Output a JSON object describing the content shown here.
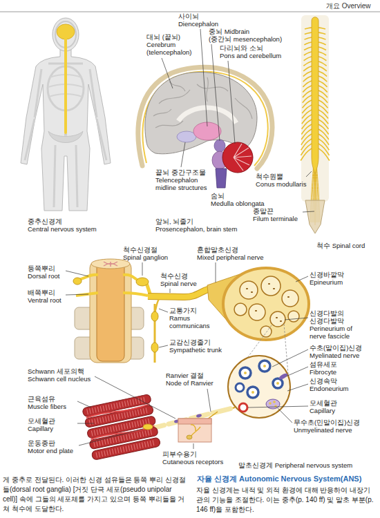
{
  "diagram": {
    "labels": [
      "개요 Overview",
      "사이뇌 Diencephalon",
      "대뇌 (끝뇌) Cerebrum (telencephalon)",
      "중뇌 Midbrain (중간뇌 mesencephalon)",
      "다리뇌와 소뇌 Pons and cerebellum",
      "끝뇌 중간구조물 Telencephalon midline structures",
      "숨뇌 Medulla oblongata",
      "척수원뿔 Conus modullaris",
      "종말끈 Filum terminale",
      "중추신경계 Central nervous system",
      "앞뇌, 뇌줄기 Prosencephalon, brain stem",
      "척수 Spinal cord",
      "척수신경절 Spinal ganglion",
      "혼합말초신경 Mixed peripheral nerve",
      "등쪽뿌리 Dorsal root",
      "배쪽뿌리 Ventral root",
      "척수신경 Spinal nerve",
      "신경바깥막 Epineurium",
      "교통가지 Ramus communicans",
      "교감신경줄기 Sympathetic trunk",
      "신경다발의 신경다발막 Perineurium of nerve fascicle",
      "수초(말이집)신경 Myelinated nerve",
      "섬유세포 Fibrocyte",
      "신경속막 Endoneurium",
      "Schwann 세포의핵 Schwann cell nucleus",
      "Ranvier 결절 Node of Ranvier",
      "근육섬유 Muscle fibers",
      "모세혈관 Capillary",
      "운동종판 Motor end plate",
      "모세혈관 Capillary",
      "무수초(민말이집)신경 Unmyelinated nerve",
      "피부수용기 Cutaneous receptors",
      "말초신경계 Peripheral nervous system",
      "게 중추로 전달된다. 이러한 신경 섬유들은 등쪽 뿌리 신경절들(dorsal root ganglia) [거짓 단극 세포(pseudo unipolar cell)] 속에 그들의 세포체를 가지고 있으며 등쪽 뿌리들을 거쳐 척수에 도달한다.",
      "자율 신경계 Autonomic Nervous System(ANS)",
      "자율 신경계는 내적 및 외적 환경에 대해 반응하여 내장기관의 기능을 조절한다. 이는 중추(p. 140 ff) 및 말초 부분(p. 146 ff)을 포함한다."
    ]
  }
}
